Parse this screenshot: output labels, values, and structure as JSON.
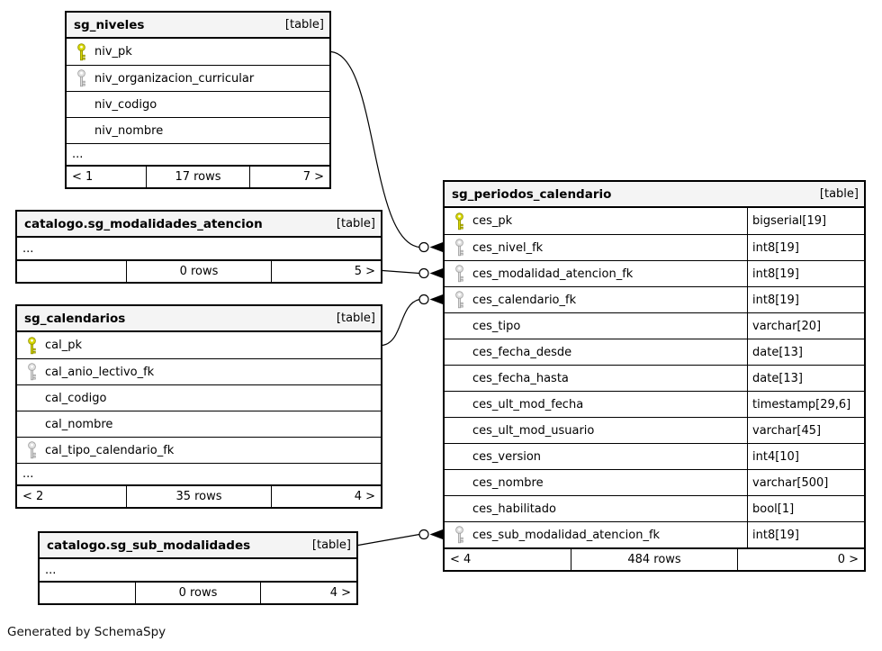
{
  "footer_note": "Generated by SchemaSpy",
  "colors": {
    "primary_key": "#d8d800",
    "foreign_key": "#e0e0e0",
    "header_bg": "#f4f4f4",
    "border": "#000000"
  },
  "tables": [
    {
      "name": "sg_niveles",
      "tag": "[table]",
      "columns": [
        {
          "name": "niv_pk",
          "key": "pk"
        },
        {
          "name": "niv_organizacion_curricular",
          "key": "fk"
        },
        {
          "name": "niv_codigo",
          "key": ""
        },
        {
          "name": "niv_nombre",
          "key": ""
        }
      ],
      "ellipsis": "...",
      "footer": {
        "prev": "< 1",
        "rows": "17 rows",
        "next": "7 >"
      }
    },
    {
      "name": "catalogo.sg_modalidades_atencion",
      "tag": "[table]",
      "columns": [],
      "ellipsis": "...",
      "footer": {
        "prev": "",
        "rows": "0 rows",
        "next": "5 >"
      }
    },
    {
      "name": "sg_calendarios",
      "tag": "[table]",
      "columns": [
        {
          "name": "cal_pk",
          "key": "pk"
        },
        {
          "name": "cal_anio_lectivo_fk",
          "key": "fk"
        },
        {
          "name": "cal_codigo",
          "key": ""
        },
        {
          "name": "cal_nombre",
          "key": ""
        },
        {
          "name": "cal_tipo_calendario_fk",
          "key": "fk"
        }
      ],
      "ellipsis": "...",
      "footer": {
        "prev": "< 2",
        "rows": "35 rows",
        "next": "4 >"
      }
    },
    {
      "name": "catalogo.sg_sub_modalidades",
      "tag": "[table]",
      "columns": [],
      "ellipsis": "...",
      "footer": {
        "prev": "",
        "rows": "0 rows",
        "next": "4 >"
      }
    },
    {
      "name": "sg_periodos_calendario",
      "tag": "[table]",
      "columns": [
        {
          "name": "ces_pk",
          "key": "pk",
          "type": "bigserial[19]"
        },
        {
          "name": "ces_nivel_fk",
          "key": "fk",
          "type": "int8[19]"
        },
        {
          "name": "ces_modalidad_atencion_fk",
          "key": "fk",
          "type": "int8[19]"
        },
        {
          "name": "ces_calendario_fk",
          "key": "fk",
          "type": "int8[19]"
        },
        {
          "name": "ces_tipo",
          "key": "",
          "type": "varchar[20]"
        },
        {
          "name": "ces_fecha_desde",
          "key": "",
          "type": "date[13]"
        },
        {
          "name": "ces_fecha_hasta",
          "key": "",
          "type": "date[13]"
        },
        {
          "name": "ces_ult_mod_fecha",
          "key": "",
          "type": "timestamp[29,6]"
        },
        {
          "name": "ces_ult_mod_usuario",
          "key": "",
          "type": "varchar[45]"
        },
        {
          "name": "ces_version",
          "key": "",
          "type": "int4[10]"
        },
        {
          "name": "ces_nombre",
          "key": "",
          "type": "varchar[500]"
        },
        {
          "name": "ces_habilitado",
          "key": "",
          "type": "bool[1]"
        },
        {
          "name": "ces_sub_modalidad_atencion_fk",
          "key": "fk",
          "type": "int8[19]"
        }
      ],
      "footer": {
        "prev": "< 4",
        "rows": "484 rows",
        "next": "0 >"
      }
    }
  ],
  "relations": [
    {
      "from": "sg_niveles.niv_pk",
      "to": "sg_periodos_calendario.ces_nivel_fk"
    },
    {
      "from": "catalogo.sg_modalidades_atencion",
      "to": "sg_periodos_calendario.ces_modalidad_atencion_fk"
    },
    {
      "from": "sg_calendarios.cal_pk",
      "to": "sg_periodos_calendario.ces_calendario_fk"
    },
    {
      "from": "catalogo.sg_sub_modalidades",
      "to": "sg_periodos_calendario.ces_sub_modalidad_atencion_fk"
    }
  ]
}
